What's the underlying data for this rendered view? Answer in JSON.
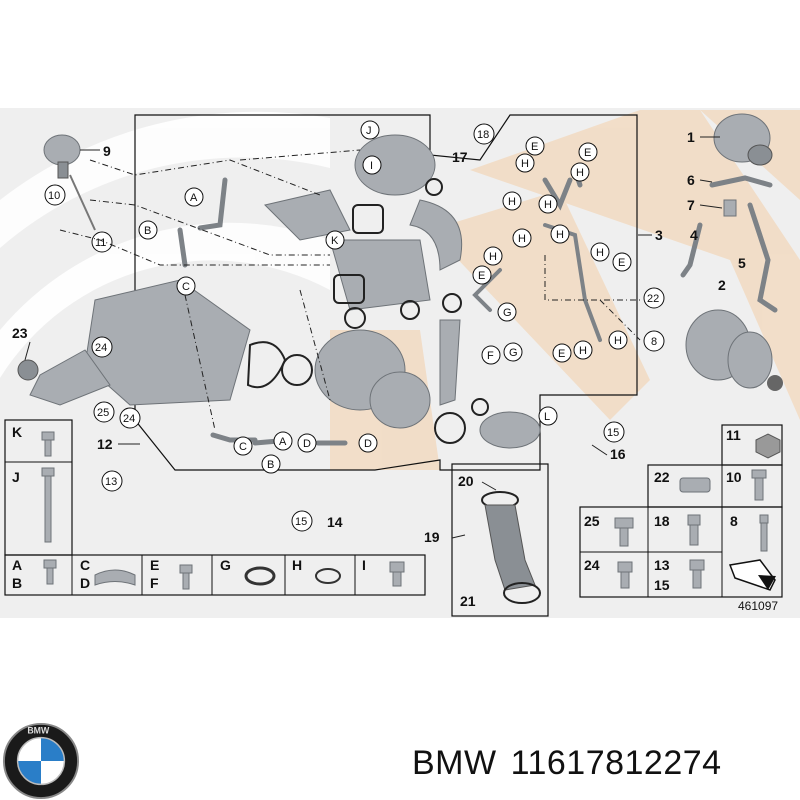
{
  "diagram": {
    "drawing_number": "461097",
    "callouts_main": [
      "1",
      "2",
      "3",
      "4",
      "5",
      "6",
      "7",
      "8",
      "9",
      "10",
      "11",
      "12",
      "13",
      "14",
      "15",
      "16",
      "17",
      "18",
      "19",
      "20",
      "21",
      "22",
      "23",
      "24",
      "25"
    ],
    "callouts_letter": [
      "A",
      "B",
      "C",
      "D",
      "E",
      "F",
      "G",
      "H",
      "I",
      "J",
      "K",
      "L"
    ],
    "legend_bottom": [
      {
        "top": "A",
        "bottom": "B"
      },
      {
        "top": "C",
        "bottom": "D"
      },
      {
        "top": "E",
        "bottom": "F"
      },
      {
        "top": "G",
        "bottom": ""
      },
      {
        "top": "H",
        "bottom": ""
      },
      {
        "top": "I",
        "bottom": ""
      }
    ],
    "legend_left": [
      "K",
      "J"
    ],
    "legend_right": [
      {
        "label": "11"
      },
      {
        "label": "22"
      },
      {
        "label": "10"
      },
      {
        "label": "25"
      },
      {
        "label": "18"
      },
      {
        "label": "8"
      },
      {
        "label": "24"
      },
      {
        "label": "13"
      },
      {
        "label": "15"
      }
    ],
    "inset_labels": {
      "top": "20",
      "side": "19",
      "bottom": "21"
    }
  },
  "footer": {
    "brand": "BMW",
    "part_number": "11617812274"
  },
  "colors": {
    "watermark": "#f2dcc4",
    "watermark_gray": "#ececec",
    "part_gray": "#a9adb2"
  }
}
